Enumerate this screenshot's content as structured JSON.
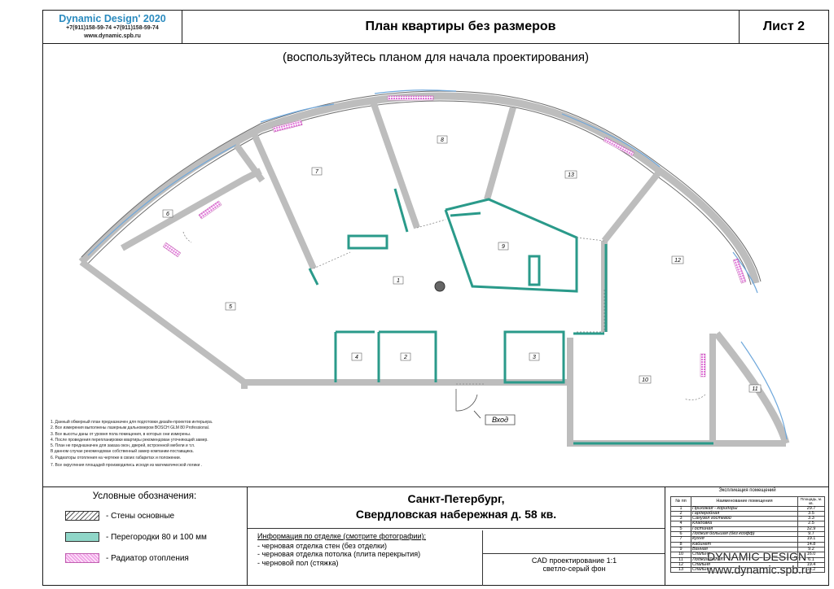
{
  "logo": {
    "name": "Dynamic Design' 2020",
    "phones": "+7(911)158-59-74    +7(911)158-59-74",
    "site": "www.dynamic.spb.ru"
  },
  "header": {
    "title": "План  квартиры без размеров",
    "sheet": "Лист 2"
  },
  "subtitle": "(воспользуйтесь планом для начала проектирования)",
  "plan": {
    "room_numbers": [
      "1",
      "2",
      "3",
      "4",
      "5",
      "6",
      "7",
      "8",
      "9",
      "10",
      "11",
      "12",
      "13"
    ],
    "entrance": "Вход",
    "colors": {
      "wall": "#bdbdbd",
      "partition": "#2a9a8a",
      "radiator": "#e070d8",
      "window": "#6fa8dc"
    }
  },
  "notes": [
    "1. Данный обмерный план предназначен для подготовки дизайн-проектов интерьера.",
    "2. Все измерения выполнены лазерным дальномером  BOSCH GLM 80 Professional.",
    "3. Все высоты даны от уровня пола помещения, в которых они измерены.",
    "4. После проведения перепланировки квартиры рекомендован уточняющий замер.",
    "5. План не предназначен для заказа окон, дверей, встроенной мебели и т.п.",
    "  В данном случае рекомендован собственный замер компании-поставщика.",
    "6. Радиаторы отопления на чертеже в своих габаритах и положении.",
    "7. Все округления площадей производились исходя из математической логики  ."
  ],
  "legend": {
    "title": "Условные обозначения:",
    "walls": "- Стены основные",
    "partitions": "- Перегородки 80 и 100 мм",
    "radiator": "- Радиатор отопления"
  },
  "address": {
    "city": "Санкт-Петербург,",
    "street": "Свердловская набережная д. 58 кв."
  },
  "finish": {
    "heading": "Информация по отделке (смотрите фотографии):",
    "items": [
      "- черновая отделка стен (без отделки)",
      "- черновая отделка потолка  (плита перекрытия)",
      "- черновой пол  (стяжка)"
    ]
  },
  "cad": {
    "line1": "CAD проектирование 1:1",
    "line2": "светло-серый фон"
  },
  "explication": {
    "title": "Экспликация помещений",
    "headers": [
      "№ пп",
      "Наименование помещения",
      "Площадь, м. кв."
    ],
    "rows": [
      [
        "1",
        "Прихожая - коридоры",
        "29.7"
      ],
      [
        "2",
        "Гардеробная",
        "3.5"
      ],
      [
        "3",
        "Санузел гостевой",
        "3.3"
      ],
      [
        "4",
        "Кладовка",
        "2.5"
      ],
      [
        "5",
        "Гостиная",
        "32.9"
      ],
      [
        "6",
        "Лоджия большая (без коэфф)",
        "9.7"
      ],
      [
        "7",
        "Кухня",
        "19.1"
      ],
      [
        "8",
        "Кабинет",
        "14.8"
      ],
      [
        "9",
        "Ванная",
        "9.2"
      ],
      [
        "10",
        "Спальня",
        "16.0"
      ],
      [
        "11",
        "Лоджия малая",
        "6.1"
      ],
      [
        "12",
        "Спальня",
        "19.4"
      ],
      [
        "13",
        "Спальня",
        "14.2"
      ]
    ]
  },
  "watermark": {
    "line1": "DYNAMIC DESIGN",
    "line2": "www.dynamic.spb.ru"
  }
}
